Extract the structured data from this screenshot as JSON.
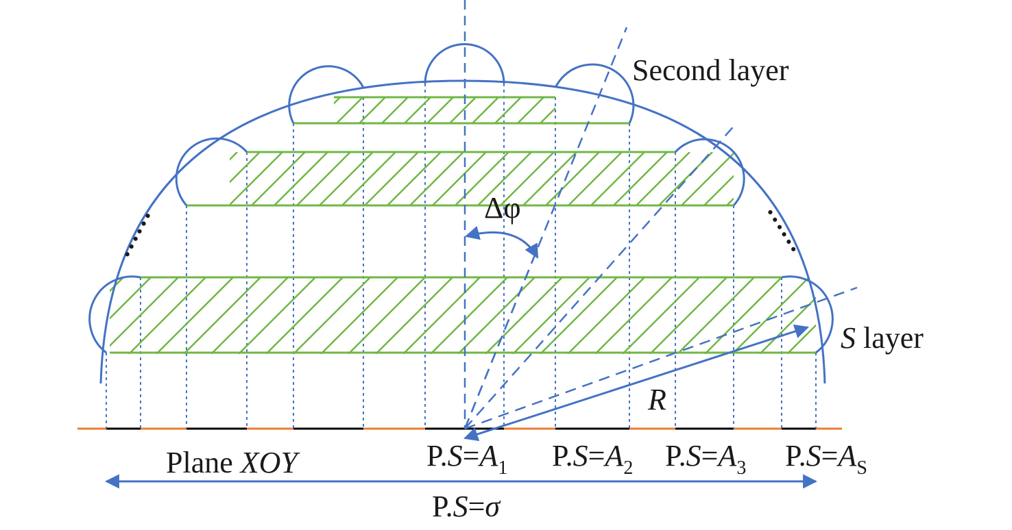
{
  "labels": {
    "second_layer": "Second layer",
    "s_layer_italic": "S",
    "s_layer_rest": " layer",
    "delta_phi": "Δφ",
    "radius": "R",
    "plane_prefix": "Plane ",
    "plane_italic": "XOY",
    "ps_prefix": "P.",
    "ps_s": "S",
    "ps_eq": "=",
    "a1_main": "A",
    "a1_sub": "1",
    "a2_main": "A",
    "a2_sub": "2",
    "a3_main": "A",
    "a3_sub": "3",
    "as_main": "A",
    "as_sub": "S",
    "sigma": "σ",
    "dots_left": "……",
    "dots_right": "……"
  },
  "colors": {
    "outline": "#4472c4",
    "hatch": "#70b745",
    "plane_highlight": "#ed7d31",
    "plane_segment": "#000000",
    "text": "#1a1a1a"
  }
}
